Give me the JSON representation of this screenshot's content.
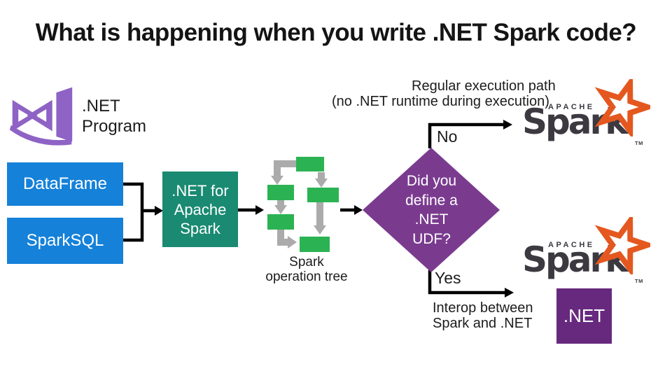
{
  "title": "What is happening when you write .NET Spark code?",
  "program": {
    "line1": ".NET",
    "line2": "Program"
  },
  "inputs": {
    "dataframe": "DataFrame",
    "sparksql": "SparkSQL"
  },
  "middleware": {
    "line1": ".NET for",
    "line2": "Apache",
    "line3": "Spark"
  },
  "tree": {
    "caption_line1": "Spark",
    "caption_line2": "operation tree"
  },
  "decision": {
    "line1": "Did you",
    "line2": "define a",
    "line3": ".NET",
    "line4": "UDF?"
  },
  "no_branch": {
    "label": "No",
    "note_line1": "Regular execution path",
    "note_line2": "(no .NET runtime during execution)"
  },
  "yes_branch": {
    "label": "Yes",
    "note_line1": "Interop between",
    "note_line2": "Spark and .NET"
  },
  "interop_box": {
    "label": ".NET"
  },
  "spark_logo": {
    "apache": "APACHE",
    "name": "Spark",
    "tm": "TM"
  },
  "colors": {
    "input_blue": "#1581d9",
    "middleware_teal": "#1a8a72",
    "decision_purple": "#7a3b8f",
    "dotnet_purple": "#67297e",
    "visual_studio_purple": "#8e63c5",
    "tree_green": "#2bb353",
    "arrow_gray": "#ababab",
    "spark_dark": "#3c3940",
    "spark_orange": "#e4581f",
    "connector_black": "#000000"
  }
}
